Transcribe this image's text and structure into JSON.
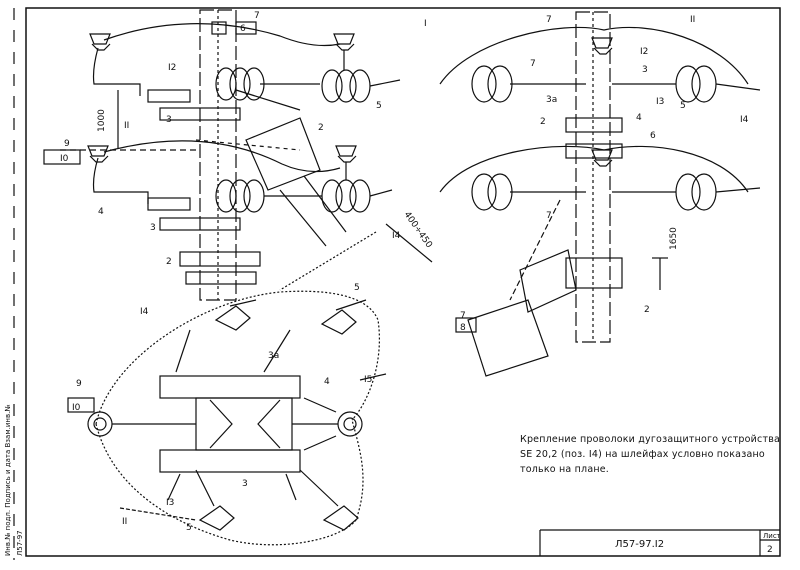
{
  "labels": {
    "l7a": "7",
    "l6a": "6",
    "lI": "I",
    "l7b": "7",
    "lIIa": "II",
    "lI2a": "I2",
    "l3a": "3",
    "l5a": "5",
    "l2a": "2",
    "l1000": "1000",
    "lIIb": "II",
    "l9a": "9",
    "lI0a": "I0",
    "l4a": "4",
    "l3b": "3",
    "l2b": "2",
    "lI4a": "I4",
    "l400": "400÷450",
    "l5b": "5",
    "lI4b": "I4",
    "l3c": "3а",
    "l4b": "4",
    "l9b": "9",
    "lI0b": "I0",
    "lI5": "I5",
    "l3d": "3",
    "lI3a": "I3",
    "lIIc": "II",
    "l5c": "5",
    "l5d": "5",
    "l7c": "7",
    "lI2b": "I2",
    "l3e": "3",
    "l3f": "3а",
    "lI3b": "I3",
    "l5e": "5",
    "l4c": "4",
    "l6b": "6",
    "l2c": "2",
    "lI4c": "I4",
    "l7d": "7",
    "l1650": "1650",
    "l2d": "2",
    "l7e": "7",
    "l8": "8"
  },
  "note": {
    "line1": "Крепление проволоки дугозащитного устройства",
    "line2": "SE 20,2 (поз. I4) на шлейфах условно показано",
    "line3": "только на плане."
  },
  "title_block": {
    "code": "Л57-97.I2",
    "sheet_label": "Лист",
    "sheet_number": "2"
  },
  "side_stamp": {
    "label": "Инв.№ подл.   Подпись и дата   Взам.инв.№",
    "code": "Л57-97"
  },
  "colors": {
    "ink": "#111111",
    "paper": "#ffffff"
  }
}
